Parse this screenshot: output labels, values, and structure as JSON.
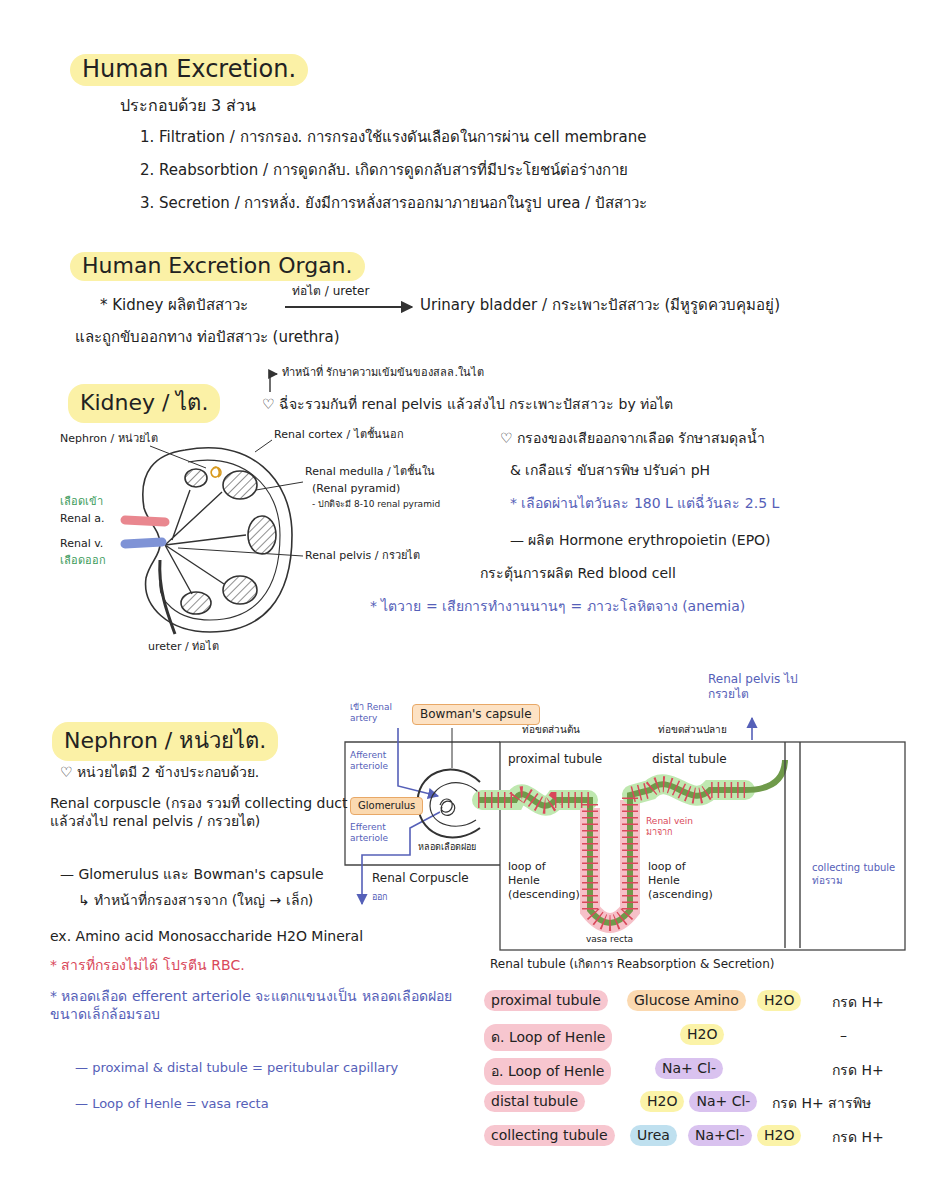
{
  "diagram": {
    "title": "Human Excretion.",
    "nodes": [
      {
        "text": [
          "Human Excretion Organ."
        ]
      },
      {
        "text": [
          "Kidney / ไต."
        ]
      },
      {
        "text": [
          "Nephron / หน่วยไต."
        ]
      },
      {
        "text": [
          "Bowman's capsule"
        ]
      },
      {
        "text": [
          "Glomerulus"
        ]
      },
      {
        "text": [
          "proximal tubule"
        ]
      },
      {
        "text": [
          "Glucose Amino"
        ]
      },
      {
        "text": [
          "H2O"
        ]
      },
      {
        "text": [
          "ด. Loop of Henle"
        ]
      },
      {
        "text": [
          "H2O"
        ]
      },
      {
        "text": [
          "อ. Loop of Henle"
        ]
      },
      {
        "text": [
          "Na+ Cl-"
        ]
      },
      {
        "text": [
          "distal tubule"
        ]
      },
      {
        "text": [
          "H2O"
        ]
      },
      {
        "text": [
          "Na+ Cl-"
        ]
      },
      {
        "text": [
          "collecting tubule"
        ]
      },
      {
        "text": [
          "Urea"
        ]
      },
      {
        "text": [
          "Na+Cl-"
        ]
      },
      {
        "text": [
          "H2O"
        ]
      }
    ],
    "labels": [
      "ประกอบด้วย 3 ส่วน",
      "1. Filtration / การกรอง. การกรองใช้แรงดันเลือดในการผ่าน cell membrane",
      "2. Reabsorbtion / การดูดกลับ. เกิดการดูดกลับสารที่มีประโยชน์ต่อร่างกาย",
      "3. Secretion / การหลั่ง. ยังมีการหลั่งสารออกมาภายนอกในรูป urea / ปัสสาวะ",
      "* Kidney ผลิตปัสสาวะ",
      "ท่อไต / ureter",
      "Urinary bladder / กระเพาะปัสสาวะ (มีหูรูดควบคุมอยู่)",
      "และถูกขับออกทาง ท่อปัสสาวะ (urethra)",
      "ทำหน้าที่ รักษาความเข้มข้นของสลล.ในไต",
      "♡ ฉี่จะรวมกันที่ renal pelvis แล้วส่งไป กระเพาะปัสสาวะ by ท่อไต",
      "♡ กรองของเสียออกจากเลือด รักษาสมดุลน้ำ",
      "& เกลือแร่ ขับสารพิษ ปรับค่า pH",
      "* เลือดผ่านไตวันละ 180 L แต่ฉี่วันละ 2.5 L",
      "— ผลิต Hormone erythropoietin (EPO)",
      "กระตุ้นการผลิต Red blood cell",
      "* ไตวาย = เสียการทำงานนานๆ = ภาวะโลหิตจาง (anemia)",
      "Nephron / หน่วยไต",
      "Renal cortex / ไตชั้นนอก",
      "Renal medulla / ไตชั้นใน",
      "(Renal pyramid)",
      "- ปกติจะมี 8-10 renal pyramid",
      "เลือดเข้า",
      "Renal a.",
      "Renal v.",
      "เลือดออก",
      "Renal pelvis / กรวยไต",
      "ureter / ท่อไต",
      "♡ หน่วยไตมี 2 ข้างประกอบด้วย.",
      "Renal corpuscle (กรอง รวมที่ collecting duct แล้วส่งไป renal pelvis / กรวยไต)",
      "— Glomerulus และ Bowman's capsule",
      "↳ ทำหน้าที่กรองสารจาก (ใหญ่ → เล็ก)",
      "ex. Amino acid Monosaccharide H2O Mineral",
      "* สารที่กรองไม่ได้ โปรตีน RBC.",
      "* หลอดเลือด efferent arteriole จะแตกแขนงเป็น หลอดเลือดฝอยขนาดเล็กล้อมรอบ",
      "— proximal & distal tubule = peritubular capillary",
      "— Loop of Henle = vasa recta",
      "เข้า Renal artery",
      "Afferent arteriole",
      "Efferent arteriole",
      "หลอดเลือดฝอย",
      "Renal Corpuscle",
      "ออก",
      "ท่อขดส่วนต้น",
      "ท่อขดส่วนปลาย",
      "proximal tubule",
      "distal tubule",
      "Renal vein มาจาก",
      "loop of Henle (descending)",
      "loop of Henle (ascending)",
      "vasa recta",
      "Renal pelvis ไปกรวยไต",
      "collecting tubule ท่อรวม",
      "Renal tubule (เกิดการ Reabsorption & Secretion)",
      "กรด H+",
      "–",
      "กรด H+",
      "กรด H+ สารพิษ",
      "กรด H+"
    ]
  }
}
